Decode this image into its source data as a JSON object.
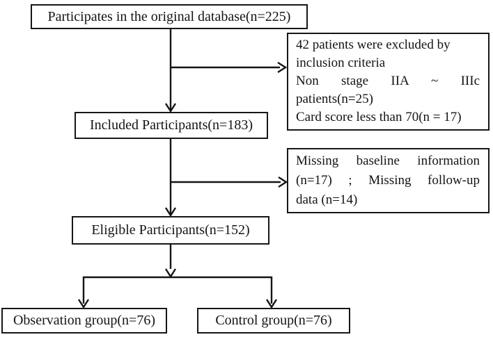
{
  "flowchart": {
    "description": "Participant flow diagram",
    "boxes": {
      "original": {
        "label": "Participates in the original database(n=225)"
      },
      "included": {
        "label": "Included Participants(n=183)"
      },
      "eligible": {
        "label": "Eligible Participants(n=152)"
      },
      "observation": {
        "label": "Observation group(n=76)"
      },
      "control": {
        "label": "Control group(n=76)"
      },
      "excluded": {
        "lines": [
          "42 patients were excluded by",
          "inclusion criteria",
          "Non stage IIA ~ IIIc",
          "patients(n=25)",
          "Card score less than 70(n = 17)"
        ]
      },
      "missing": {
        "lines": [
          "Missing baseline information",
          "(n=17) ; Missing follow-up",
          "data (n=14)"
        ]
      }
    },
    "counts": {
      "original": 225,
      "excluded_total": 42,
      "excluded_non_stage": 25,
      "excluded_card_score": 17,
      "included": 183,
      "missing_baseline": 17,
      "missing_followup": 14,
      "eligible": 152,
      "observation": 76,
      "control": 76
    },
    "colors": {
      "ink": "#141414",
      "border": "#161616",
      "background": "#ffffff"
    }
  }
}
